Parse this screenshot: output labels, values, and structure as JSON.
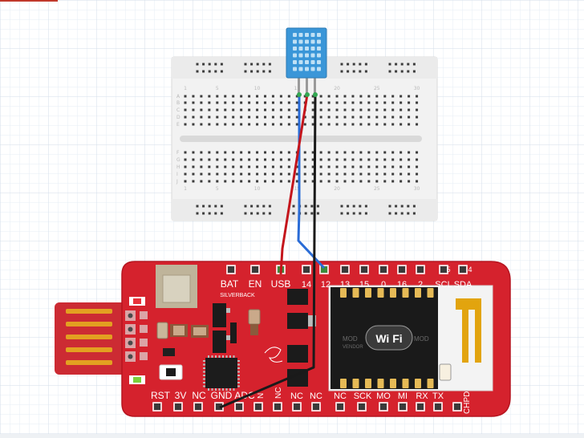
{
  "board": {
    "brand": "SILVERBACK",
    "top_pins": [
      "BAT",
      "EN",
      "USB",
      "14",
      "12",
      "13",
      "15",
      "0",
      "16",
      "2",
      "SCL",
      "SDA"
    ],
    "top_pin_small": [
      "5",
      "4"
    ],
    "bottom_pins": [
      "RST",
      "3V",
      "NC",
      "GND",
      "ADC",
      "N",
      "NC",
      "NC",
      "NC",
      "NC",
      "SCK",
      "MO",
      "MI",
      "RX",
      "TX",
      "CHPD"
    ]
  },
  "module": {
    "logo": "Wi Fi",
    "side_left": "MOD",
    "side_left_small": "VENDOR",
    "side_right": "MOD"
  },
  "breadboard": {
    "column_numbers": [
      "1",
      "5",
      "10",
      "15",
      "20",
      "25",
      "30"
    ],
    "row_letters_top": [
      "A",
      "B",
      "C",
      "D",
      "E"
    ],
    "row_letters_bottom": [
      "F",
      "G",
      "H",
      "I",
      "J"
    ]
  },
  "colors": {
    "pcb": "#d5222d",
    "pcb_edge": "#b61520",
    "wire_red": "#c4151c",
    "wire_black": "#1a1a1a",
    "wire_blue": "#2a6cd6",
    "sensor": "#3a96d8",
    "grid": "#dde6f0"
  }
}
